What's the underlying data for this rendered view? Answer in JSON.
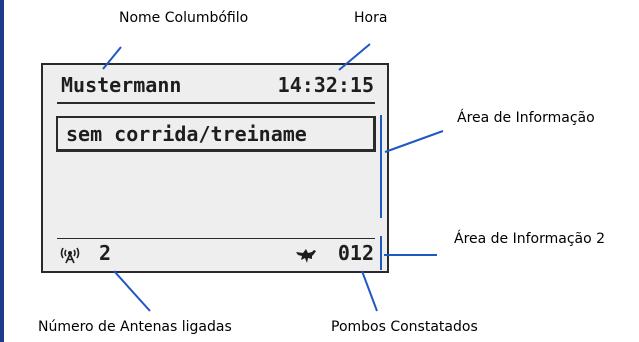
{
  "labels": {
    "nome": "Nome Columbófilo",
    "hora": "Hora",
    "area_info": "Área de Informação",
    "area_info_2": "Área de Informação 2",
    "antenas": "Número de Antenas ligadas",
    "pombos": "Pombos Constatados"
  },
  "display": {
    "name": "Mustermann",
    "time": "14:32:15",
    "info": "sem corrida/treiname",
    "antenna_count": "2",
    "pigeon_count": "012",
    "antenna_icon": "antenna-icon",
    "pigeon_icon": "pigeon-icon"
  },
  "colors": {
    "accent_lines": "#1f57c3",
    "left_rule": "#1f3a8a",
    "lcd_background": "#eeeeee"
  }
}
